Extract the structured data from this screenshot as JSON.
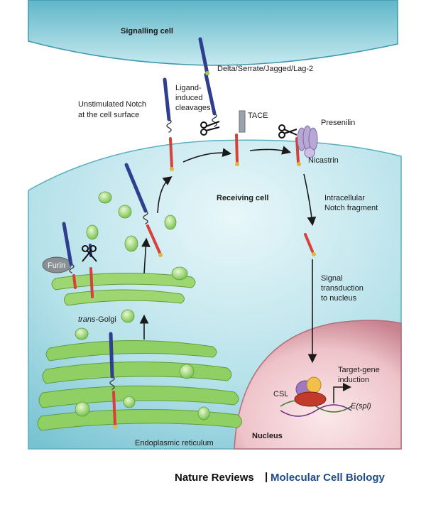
{
  "labels": {
    "signalling_cell": "Signalling cell",
    "ligands": "Delta/Serrate/Jagged/Lag-2",
    "unstimulated_1": "Unstimulated Notch",
    "unstimulated_2": "at the cell surface",
    "ligand_1": "Ligand-",
    "ligand_2": "induced",
    "ligand_3": "cleavages",
    "tace": "TACE",
    "presenilin": "Presenilin",
    "nicastrin": "Nicastrin",
    "receiving_cell": "Receiving cell",
    "icn_1": "Intracellular",
    "icn_2": "Notch fragment",
    "furin": "Furin",
    "trans_prefix": "trans",
    "trans_suffix": "-Golgi",
    "signal_1": "Signal",
    "signal_2": "transduction",
    "signal_3": "to nucleus",
    "target_1": "Target-gene",
    "target_2": "induction",
    "csl": "CSL",
    "espl": "E(spl)",
    "nucleus": "Nucleus",
    "er": "Endoplasmic reticulum"
  },
  "footer": {
    "journal": "Nature Reviews",
    "separator": "|",
    "section": "Molecular Cell Biology"
  },
  "colors": {
    "signalling_cell": "#5fb6c8",
    "receiving_cell": "#a9dde6",
    "nucleus": "#e9b7bf",
    "golgi": "#8fcf63",
    "notch_blue": "#2e3f8f",
    "notch_red": "#d8403a"
  }
}
